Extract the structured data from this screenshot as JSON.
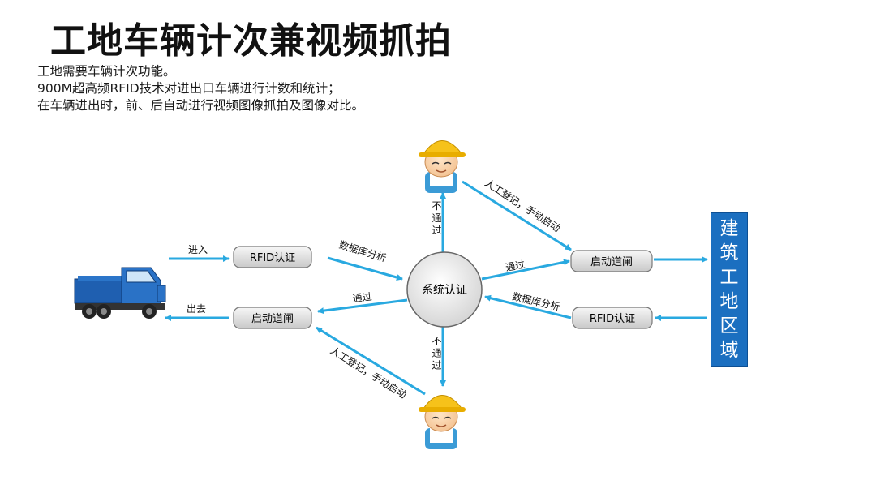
{
  "title": "工地车辆计次兼视频抓拍",
  "description": [
    "工地需要车辆计次功能。",
    "900M超高频RFID技术对进出口车辆进行计数和统计；",
    "在车辆进出时，前、后自动进行视频图像抓拍及图像对比。"
  ],
  "diagram": {
    "center": "系统认证",
    "boxes": {
      "left_rfid": "RFID认证",
      "left_gate": "启动道闸",
      "right_gate": "启动道闸",
      "right_rfid": "RFID认证"
    },
    "labels": {
      "enter": "进入",
      "exit": "出去",
      "db_analysis_left": "数据库分析",
      "db_analysis_right": "数据库分析",
      "pass_left": "通过",
      "pass_right": "通过",
      "not_pass_top": "不通过",
      "not_pass_bottom": "不通过",
      "manual_top": "人工登记，手动启动",
      "manual_bottom": "人工登记，手动启动"
    },
    "zone": [
      "建",
      "筑",
      "工",
      "地",
      "区",
      "域"
    ],
    "colors": {
      "arrow": "#29a9e0",
      "zone": "#1b6fc0",
      "box": "#dcdcdc"
    },
    "icons": [
      "truck-icon",
      "worker-icon",
      "worker-icon"
    ]
  }
}
